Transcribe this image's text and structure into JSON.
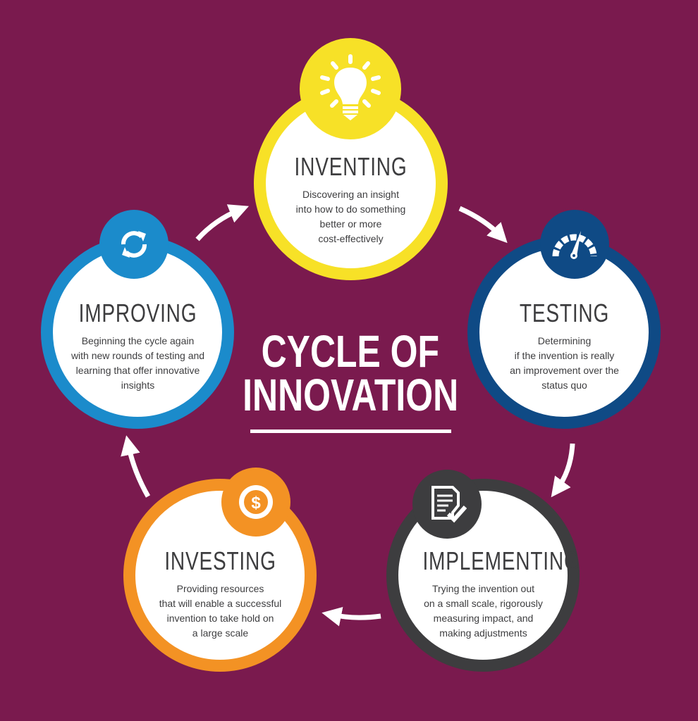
{
  "title": {
    "line1": "CYCLE OF",
    "line2": "INNOVATION"
  },
  "colors": {
    "background": "#7a1a4e",
    "inventing": "#f7e127",
    "testing": "#0f4a85",
    "implementing": "#3d3d3f",
    "investing": "#f39224",
    "improving": "#1b8bcb"
  },
  "stages": [
    {
      "title": "INVENTING",
      "icon": "lightbulb-icon",
      "desc": [
        "Discovering an insight",
        "into how to do something",
        "better or more",
        "cost-effectively"
      ]
    },
    {
      "title": "TESTING",
      "icon": "speedometer-icon",
      "desc": [
        "Determining",
        "if the invention is really",
        "an improvement over the",
        "status quo"
      ]
    },
    {
      "title": "IMPLEMENTING",
      "icon": "document-check-icon",
      "desc": [
        "Trying the invention out",
        "on a small scale, rigorously",
        "measuring impact, and",
        "making adjustments"
      ]
    },
    {
      "title": "INVESTING",
      "icon": "dollar-coin-icon",
      "desc": [
        "Providing resources",
        "that will enable a successful",
        "invention to take hold on",
        "a large scale"
      ]
    },
    {
      "title": "IMPROVING",
      "icon": "cycle-arrows-icon",
      "desc": [
        "Beginning the cycle again",
        "with new rounds of testing and",
        "learning that offer innovative",
        "insights"
      ]
    }
  ]
}
